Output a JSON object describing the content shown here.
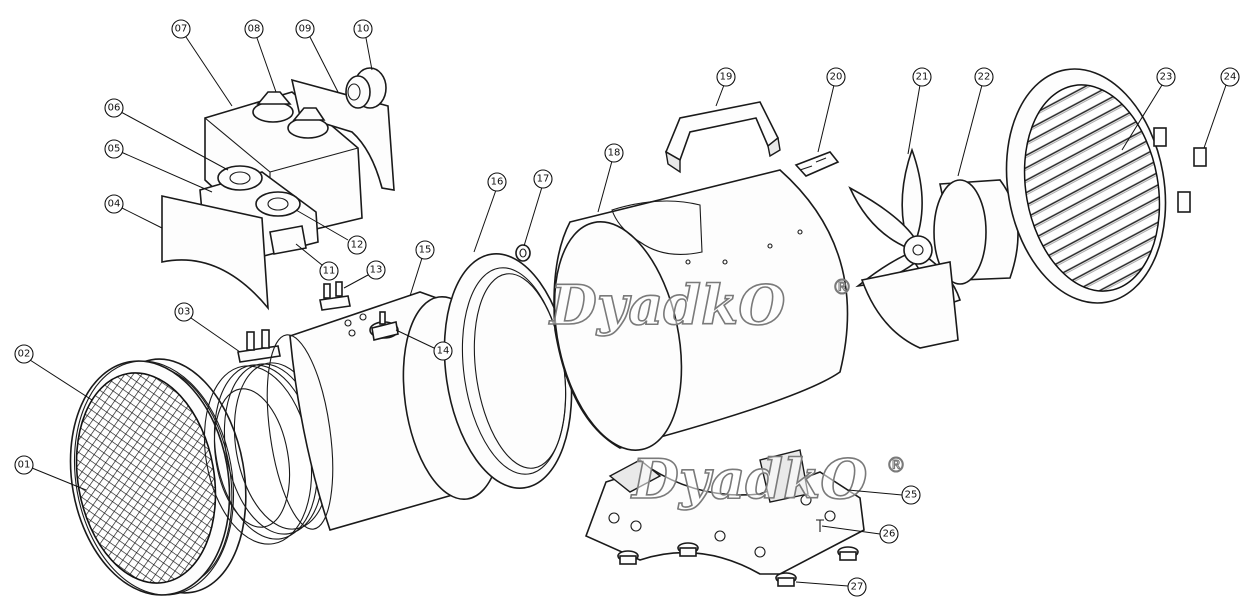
{
  "watermark": {
    "brand": "DyadkO",
    "registered": "®"
  },
  "callouts": [
    {
      "id": "01",
      "part": "front-grille"
    },
    {
      "id": "02",
      "part": "front-ring"
    },
    {
      "id": "03",
      "part": "heater-terminal"
    },
    {
      "id": "04",
      "part": "control-box-cover"
    },
    {
      "id": "05",
      "part": "control-bracket"
    },
    {
      "id": "06",
      "part": "rotary-switch"
    },
    {
      "id": "07",
      "part": "control-housing"
    },
    {
      "id": "08",
      "part": "knob-left"
    },
    {
      "id": "09",
      "part": "housing-side-panel"
    },
    {
      "id": "10",
      "part": "cable-gland"
    },
    {
      "id": "11",
      "part": "terminal-block"
    },
    {
      "id": "12",
      "part": "thermostat"
    },
    {
      "id": "13",
      "part": "terminal-connector"
    },
    {
      "id": "14",
      "part": "thermal-cutoff"
    },
    {
      "id": "15",
      "part": "inner-cylinder"
    },
    {
      "id": "16",
      "part": "rear-flange"
    },
    {
      "id": "17",
      "part": "grommet"
    },
    {
      "id": "18",
      "part": "outer-shell"
    },
    {
      "id": "19",
      "part": "handle"
    },
    {
      "id": "20",
      "part": "motor-clip"
    },
    {
      "id": "21",
      "part": "fan-blade"
    },
    {
      "id": "22",
      "part": "motor"
    },
    {
      "id": "23",
      "part": "rear-grille"
    },
    {
      "id": "24",
      "part": "grille-clips"
    },
    {
      "id": "25",
      "part": "stand-frame"
    },
    {
      "id": "26",
      "part": "screw"
    },
    {
      "id": "27",
      "part": "rubber-foot"
    }
  ]
}
